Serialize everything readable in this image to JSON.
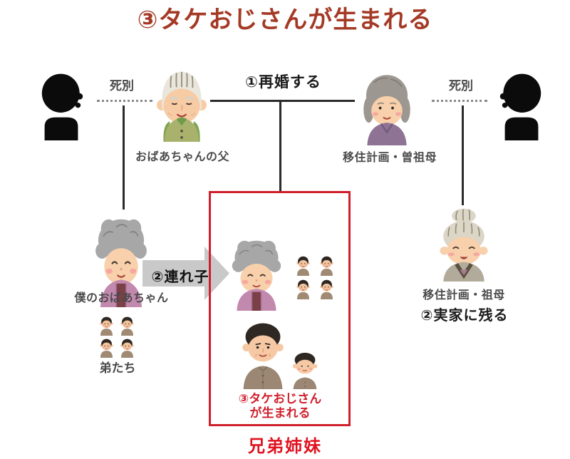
{
  "colors": {
    "title_red": "#a43a25",
    "accent_red": "#cf1f2a",
    "sibling_red": "#e01320",
    "text_dark": "#1b1b1b",
    "label_gray": "#4a4a4a",
    "line_dark": "#2b2b2b",
    "arrow_gray": "#c9c9c9",
    "dotted_gray": "#8a8a8a"
  },
  "title": "③タケおじさんが生まれる",
  "gen1": {
    "bereavement_left": "死別",
    "bereavement_right": "死別",
    "remarriage": "①再婚する",
    "grandfather": "おばあちゃんの父",
    "great_grandmother": "移住計画・曽祖母"
  },
  "gen2": {
    "my_grandmother": "僕のおばあちゃん",
    "stepchild": "②連れ子",
    "grandmother": "移住計画・祖母",
    "stay_home": "②実家に残る",
    "younger_brothers": "弟たち"
  },
  "box": {
    "birth_line1": "③タケおじさん",
    "birth_line2": "が生まれる",
    "siblings": "兄弟姉妹"
  }
}
